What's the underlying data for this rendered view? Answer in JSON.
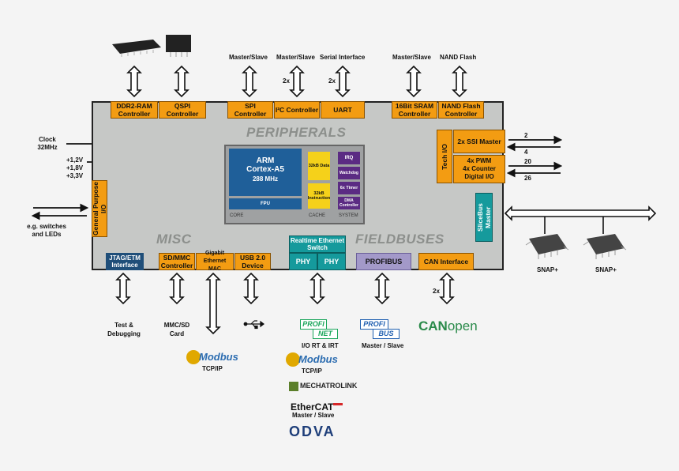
{
  "top_labels": {
    "master_slave_1": "Master/Slave",
    "master_slave_2": "Master/Slave",
    "serial_interface": "Serial Interface",
    "master_slave_3": "Master/Slave",
    "nand_flash": "NAND Flash",
    "twox_1": "2x",
    "twox_2": "2x"
  },
  "controllers": {
    "ddr2": "DDR2-RAM Controller",
    "qspi": "QSPI Controller",
    "spi": "SPI Controller",
    "i2c": "I²C Controller",
    "uart": "UART",
    "sram": "16Bit SRAM Controller",
    "nand": "NAND Flash Controller"
  },
  "sections": {
    "peripherals": "PERIPHERALS",
    "misc": "MISC",
    "fieldbuses": "FIELDBUSES"
  },
  "core": {
    "arm_line1": "ARM",
    "arm_line2": "Cortex-A5",
    "arm_line3": "288 MHz",
    "fpu": "FPU",
    "core_label": "CORE",
    "cache1": "32kB Data",
    "cache2": "32kB Instruction",
    "cache_label": "CACHE",
    "irq": "IRQ",
    "watchdog": "Watchdog",
    "timer": "6x Timer",
    "dma": "DMA Controller",
    "system_label": "SYSTEM"
  },
  "left": {
    "clock": "Clock 32MHz",
    "v1": "+1,2V",
    "v2": "+1,8V",
    "v3": "+3,3V",
    "gpio": "General Purpose I/O",
    "gpio_desc": "e.g. switches and LEDs"
  },
  "right": {
    "tech_io": "Tech I/O",
    "ssi": "2x SSI Master",
    "pwm1": "4x PWM",
    "pwm2": "4x Counter",
    "pwm3": "Digital I/O",
    "n2": "2",
    "n4": "4",
    "n20": "20",
    "n26": "26",
    "slicebus": "SliceBus Master",
    "snap1": "SNAP+",
    "snap2": "SNAP+"
  },
  "bottom": {
    "jtag": "JTAG/ETM Interface",
    "sdmmc": "SD/MMC Controller",
    "gigabit": "Gigabit Ethernet MAC",
    "usb": "USB 2.0 Device",
    "switch": "Realtime Ethernet Switch",
    "phy1": "PHY",
    "phy2": "PHY",
    "profibus": "PROFIBUS",
    "can": "CAN Interface",
    "twox_can": "2x",
    "test": "Test & Debugging",
    "mmc_card": "MMC/SD Card",
    "modbus_tcp1": "TCP/IP",
    "profinet_sub": "I/O RT & IRT",
    "modbus_tcp2": "TCP/IP",
    "mechatrolink": "MECHATROLINK",
    "ethercat": "EtherCAT",
    "ethercat_sub": "Master / Slave",
    "odva": "ODVA",
    "profibus_sub": "Master / Slave",
    "canopen_can": "CAN",
    "canopen_open": "open",
    "modbus1": "Modbus",
    "modbus2": "Modbus",
    "profi1": "PROFI",
    "net": "NET",
    "profi2": "PROFI",
    "bus": "BUS"
  },
  "colors": {
    "orange": "#f39c12",
    "teal": "#159a9c",
    "navy": "#1f5f99",
    "purple": "#5b2b83",
    "yellow": "#f5d11a",
    "lavender": "#a399c9"
  }
}
